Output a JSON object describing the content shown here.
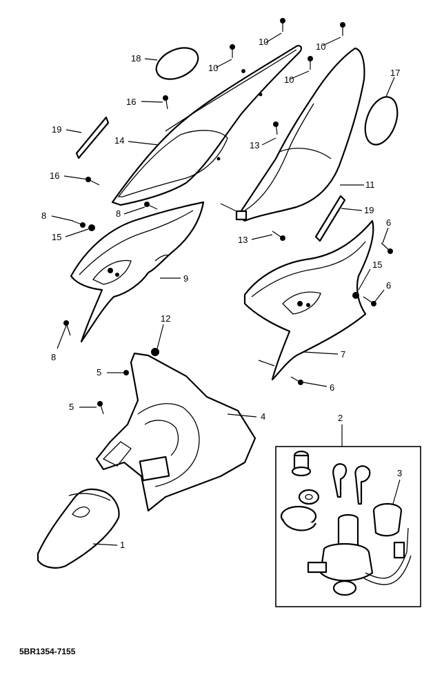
{
  "callouts": [
    {
      "id": "c1",
      "label": "1"
    },
    {
      "id": "c2",
      "label": "2"
    },
    {
      "id": "c3",
      "label": "3"
    },
    {
      "id": "c4",
      "label": "4"
    },
    {
      "id": "c5a",
      "label": "5"
    },
    {
      "id": "c5b",
      "label": "5"
    },
    {
      "id": "c6a",
      "label": "6"
    },
    {
      "id": "c6b",
      "label": "6"
    },
    {
      "id": "c6c",
      "label": "6"
    },
    {
      "id": "c7",
      "label": "7"
    },
    {
      "id": "c8a",
      "label": "8"
    },
    {
      "id": "c8b",
      "label": "8"
    },
    {
      "id": "c8c",
      "label": "8"
    },
    {
      "id": "c9",
      "label": "9"
    },
    {
      "id": "c10a",
      "label": "10"
    },
    {
      "id": "c10b",
      "label": "10"
    },
    {
      "id": "c10c",
      "label": "10"
    },
    {
      "id": "c10d",
      "label": "10"
    },
    {
      "id": "c11",
      "label": "11"
    },
    {
      "id": "c12",
      "label": "12"
    },
    {
      "id": "c13a",
      "label": "13"
    },
    {
      "id": "c13b",
      "label": "13"
    },
    {
      "id": "c14",
      "label": "14"
    },
    {
      "id": "c15a",
      "label": "15"
    },
    {
      "id": "c15b",
      "label": "15"
    },
    {
      "id": "c16a",
      "label": "16"
    },
    {
      "id": "c16b",
      "label": "16"
    },
    {
      "id": "c17",
      "label": "17"
    },
    {
      "id": "c18",
      "label": "18"
    },
    {
      "id": "c19a",
      "label": "19"
    },
    {
      "id": "c19b",
      "label": "19"
    }
  ],
  "drawing_code": "5BR1354-7155"
}
